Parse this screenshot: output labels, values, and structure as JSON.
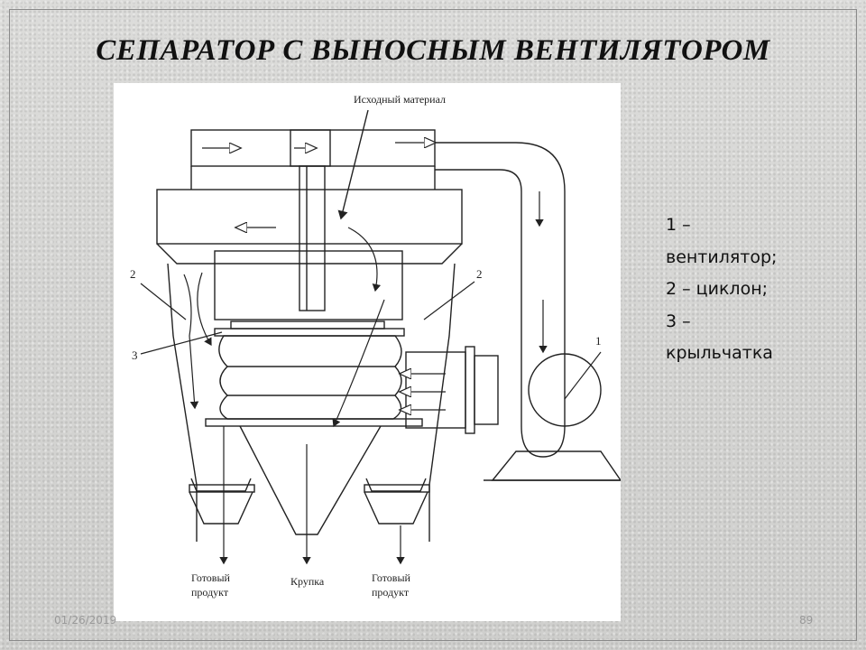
{
  "slide": {
    "title": "СЕПАРАТОР С ВЫНОСНЫМ ВЕНТИЛЯТОРОМ",
    "date": "01/26/2019",
    "page_number": "89"
  },
  "diagram": {
    "input_label": "Исходный материал",
    "outputs": {
      "left_line1": "Готовый",
      "left_line2": "продукт",
      "center": "Крупка",
      "right_line1": "Готовый",
      "right_line2": "продукт"
    },
    "callouts": {
      "fan": "1",
      "cyclone_left": "2",
      "cyclone_right": "2",
      "impeller": "3"
    }
  },
  "legend": {
    "line1": "1 –",
    "line2": "вентилятор;",
    "line3": "2 – циклон;",
    "line4": "3 –",
    "line5": "крыльчатка"
  }
}
